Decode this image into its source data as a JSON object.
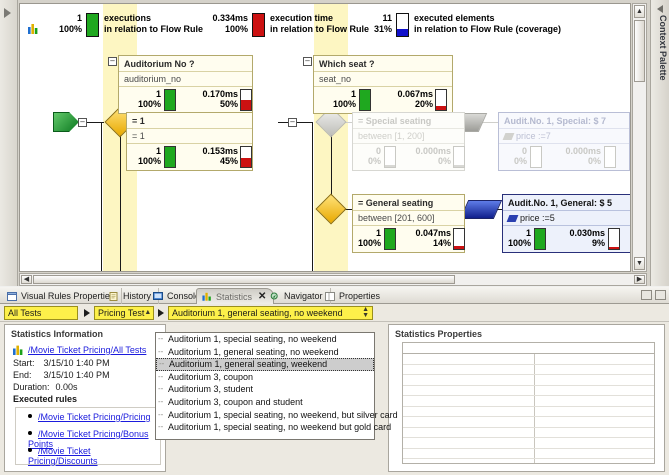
{
  "app": {
    "context_palette_label": "Context Palette"
  },
  "legend": {
    "icon": "bar-chart-icon",
    "items": [
      {
        "value": "1",
        "percent": "100%",
        "color": "#1fa81f",
        "fill_ratio": 1.0,
        "label_line1": "executions",
        "label_line2": "in relation to Flow Rule"
      },
      {
        "value": "0.334ms",
        "percent": "100%",
        "color": "#cc1111",
        "fill_ratio": 1.0,
        "label_line1": "execution time",
        "label_line2": "in relation to Flow Rule"
      },
      {
        "value": "11",
        "percent": "31%",
        "color": "#1111cc",
        "fill_ratio": 0.31,
        "label_line1": "executed elements",
        "label_line2": "in relation to Flow Rule (coverage)"
      }
    ]
  },
  "diagram": {
    "nodes": [
      {
        "id": "auditorium-no",
        "title": "Auditorium No ?",
        "subtitle": "auditorium_no",
        "count": "1",
        "count_pct": "100%",
        "time": "0.170ms",
        "time_pct": "50%",
        "ghost": false,
        "kind": "condition"
      },
      {
        "id": "which-seat",
        "title": "Which seat ?",
        "subtitle": "seat_no",
        "count": "1",
        "count_pct": "100%",
        "time": "0.067ms",
        "time_pct": "20%",
        "ghost": false,
        "kind": "condition"
      },
      {
        "id": "equals-1",
        "title": "= 1",
        "subtitle": "= 1",
        "count": "1",
        "count_pct": "100%",
        "time": "0.153ms",
        "time_pct": "45%",
        "ghost": false,
        "kind": "condition"
      },
      {
        "id": "special-seating",
        "title": "= Special seating",
        "subtitle": "between [1, 200]",
        "count": "0",
        "count_pct": "0%",
        "time": "0.000ms",
        "time_pct": "0%",
        "ghost": true,
        "kind": "condition"
      },
      {
        "id": "general-seating",
        "title": "= General seating",
        "subtitle": "between [201, 600]",
        "count": "1",
        "count_pct": "100%",
        "time": "0.047ms",
        "time_pct": "14%",
        "ghost": false,
        "kind": "condition"
      },
      {
        "id": "audit-special",
        "title": "Audit.No. 1, Special: $ 7",
        "subtitle": "price :=7",
        "count": "0",
        "count_pct": "0%",
        "time": "0.000ms",
        "time_pct": "0%",
        "ghost": true,
        "kind": "action"
      },
      {
        "id": "audit-general",
        "title": "Audit.No. 1, General: $ 5",
        "subtitle": "price :=5",
        "count": "1",
        "count_pct": "100%",
        "time": "0.030ms",
        "time_pct": "9%",
        "ghost": false,
        "kind": "action"
      }
    ]
  },
  "tabs": [
    {
      "label": "Visual Rules Properties",
      "icon": "window-icon",
      "active": false,
      "closable": false
    },
    {
      "label": "History",
      "icon": "history-icon",
      "active": false,
      "closable": false
    },
    {
      "label": "Console",
      "icon": "console-icon",
      "active": false,
      "closable": false
    },
    {
      "label": "Statistics",
      "icon": "statistics-icon",
      "active": true,
      "closable": true
    },
    {
      "label": "Navigator",
      "icon": "navigator-icon",
      "active": false,
      "closable": false
    },
    {
      "label": "Properties",
      "icon": "properties-icon",
      "active": false,
      "closable": false
    }
  ],
  "selector": {
    "scope": "All Tests",
    "suite": "Pricing Test",
    "test": "Auditorium 1, general seating, no weekend"
  },
  "dropdown": {
    "open": true,
    "selected_index": 2,
    "items": [
      "Auditorium 1, special seating, no weekend",
      "Auditorium 1, general seating, no weekend",
      "Auditorium 1, general seating, weekend",
      "Auditorium 3, coupon",
      "Auditorium 3, student",
      "Auditorium 3, coupon and student",
      "Auditorium 1, special seating, no weekend, but silver card",
      "Auditorium 1, special seating, no weekend but gold card"
    ]
  },
  "statistics_information": {
    "title": "Statistics Information",
    "root_link": "/Movie Ticket Pricing/All Tests",
    "root_icon": "bar-chart-icon",
    "start_label": "Start:",
    "start_value": "3/15/10 1:40 PM",
    "end_label": "End:",
    "end_value": "3/15/10 1:40 PM",
    "duration_label": "Duration:",
    "duration_value": "0.00s",
    "executed_rules_heading": "Executed rules",
    "executed_rules": [
      "/Movie Ticket Pricing/Pricing",
      "/Movie Ticket Pricing/Bonus Points",
      "/Movie Ticket Pricing/Discounts"
    ]
  },
  "statistics_properties": {
    "title": "Statistics Properties",
    "columns": [
      "",
      ""
    ],
    "rows": []
  }
}
